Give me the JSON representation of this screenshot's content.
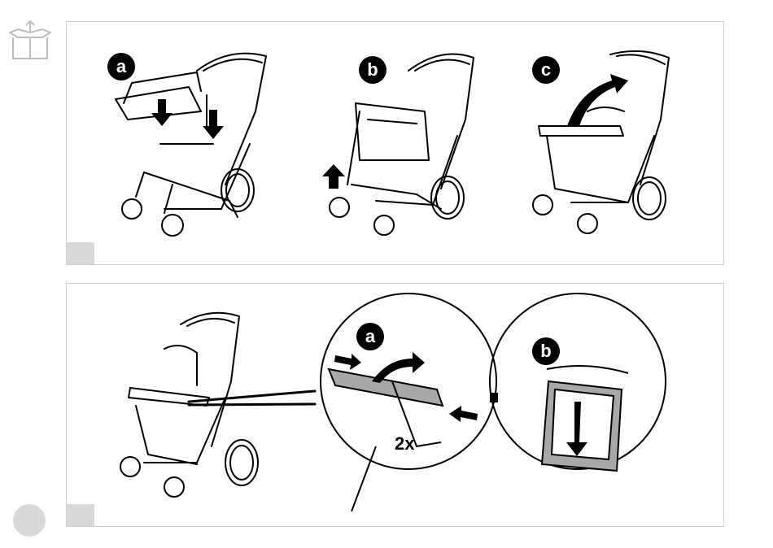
{
  "panel1": {
    "steps": [
      {
        "label": "a"
      },
      {
        "label": "b"
      },
      {
        "label": "c"
      }
    ]
  },
  "panel2": {
    "steps": [
      {
        "label": "a"
      },
      {
        "label": "b"
      }
    ],
    "repeat_label": "2x"
  },
  "icons": {
    "top_left": "unbox-icon"
  },
  "colors": {
    "panel_border": "#cfcfcf",
    "corner_tab": "#d9d9d9",
    "badge": "#000000"
  }
}
